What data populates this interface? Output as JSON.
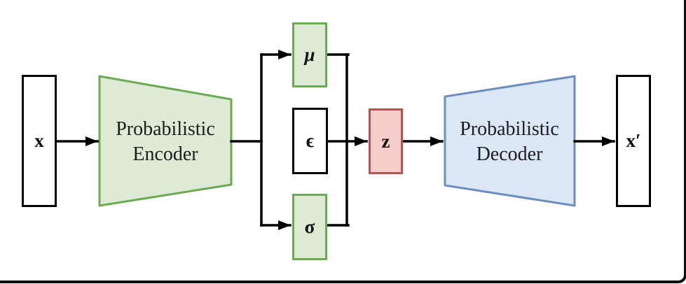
{
  "diagram": {
    "nodes": {
      "input": {
        "label": "x"
      },
      "encoder": {
        "line1": "Probabilistic",
        "line2": "Encoder"
      },
      "mu": {
        "label": "μ"
      },
      "epsilon": {
        "label": "ϵ"
      },
      "sigma": {
        "label": "σ"
      },
      "latent": {
        "label": "z"
      },
      "decoder": {
        "line1": "Probabilistic",
        "line2": "Decoder"
      },
      "output": {
        "label": "x′"
      }
    },
    "colors": {
      "green_fill": "#dcead6",
      "green_stroke": "#6aaa50",
      "blue_fill": "#dbe7f7",
      "blue_stroke": "#6b8ebf",
      "red_fill": "#f6cdca",
      "red_stroke": "#b85450",
      "line": "#000000"
    }
  }
}
